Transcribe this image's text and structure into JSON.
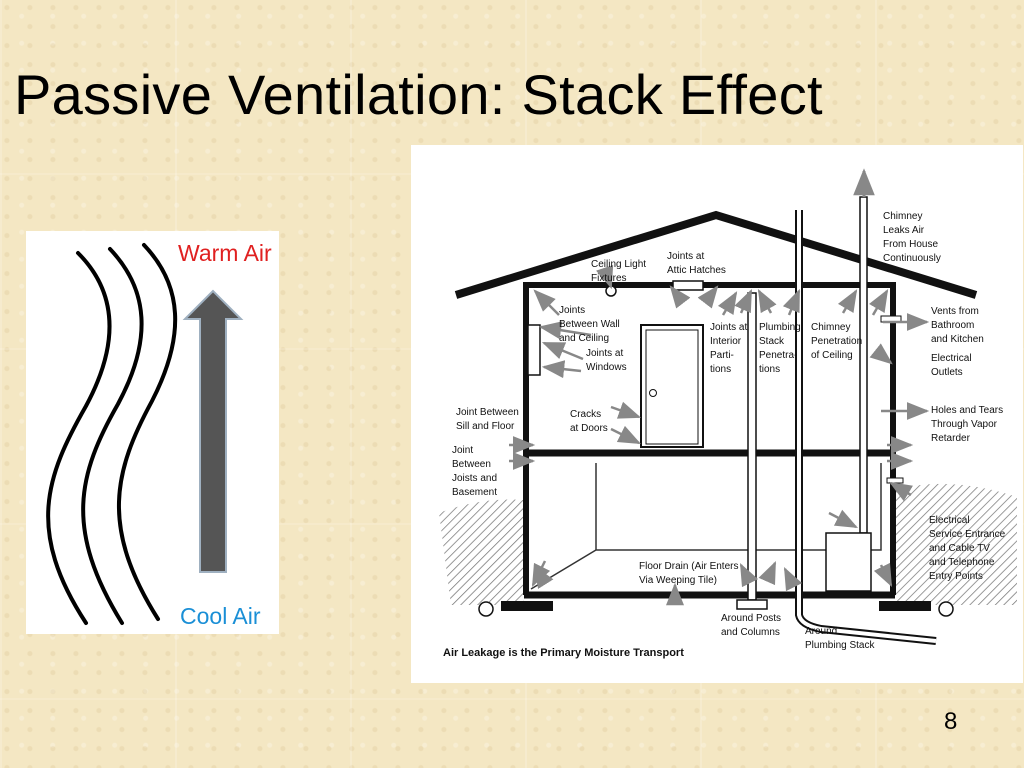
{
  "slide": {
    "title": "Passive Ventilation: Stack Effect",
    "page_number": "8"
  },
  "stack_effect": {
    "warm_label": "Warm Air",
    "cool_label": "Cool Air",
    "warm_color": "#e02020",
    "cool_color": "#1a8fd6",
    "arrow_color": "#555555"
  },
  "house": {
    "caption": "Air Leakage is the Primary Moisture Transport",
    "labels": {
      "chimney_leaks": [
        "Chimney",
        "Leaks Air",
        "From House",
        "Continuously"
      ],
      "joints_attic": [
        "Joints at",
        "Attic Hatches"
      ],
      "ceiling_light": [
        "Ceiling Light",
        "Fixtures"
      ],
      "joints_wall_ceiling": [
        "Joints",
        "Between Wall",
        "and Ceiling"
      ],
      "joints_windows": [
        "Joints at",
        "Windows"
      ],
      "joints_interior": [
        "Joints at",
        "Interior",
        "Parti-",
        "tions"
      ],
      "plumbing_stack": [
        "Plumbing",
        "Stack",
        "Penetra-",
        "tions"
      ],
      "chimney_penetration": [
        "Chimney",
        "Penetration",
        "of Ceiling"
      ],
      "vents": [
        "Vents from",
        "Bathroom",
        "and Kitchen"
      ],
      "electrical_outlets": [
        "Electrical",
        "Outlets"
      ],
      "holes_tears": [
        "Holes and Tears",
        "Through Vapor",
        "Retarder"
      ],
      "sill_floor": [
        "Joint Between",
        "Sill and Floor"
      ],
      "cracks_doors": [
        "Cracks",
        "at Doors"
      ],
      "joist_basement": [
        "Joint",
        "Between",
        "Joists and",
        "Basement"
      ],
      "electrical_service": [
        "Electrical",
        "Service Entrance",
        "and Cable TV",
        "and Telephone",
        "Entry Points"
      ],
      "floor_drain": [
        "Floor Drain (Air Enters",
        "Via Weeping Tile)"
      ],
      "posts_columns": [
        "Around Posts",
        "and Columns"
      ],
      "around_plumbing": [
        "Around",
        "Plumbing Stack"
      ]
    }
  }
}
